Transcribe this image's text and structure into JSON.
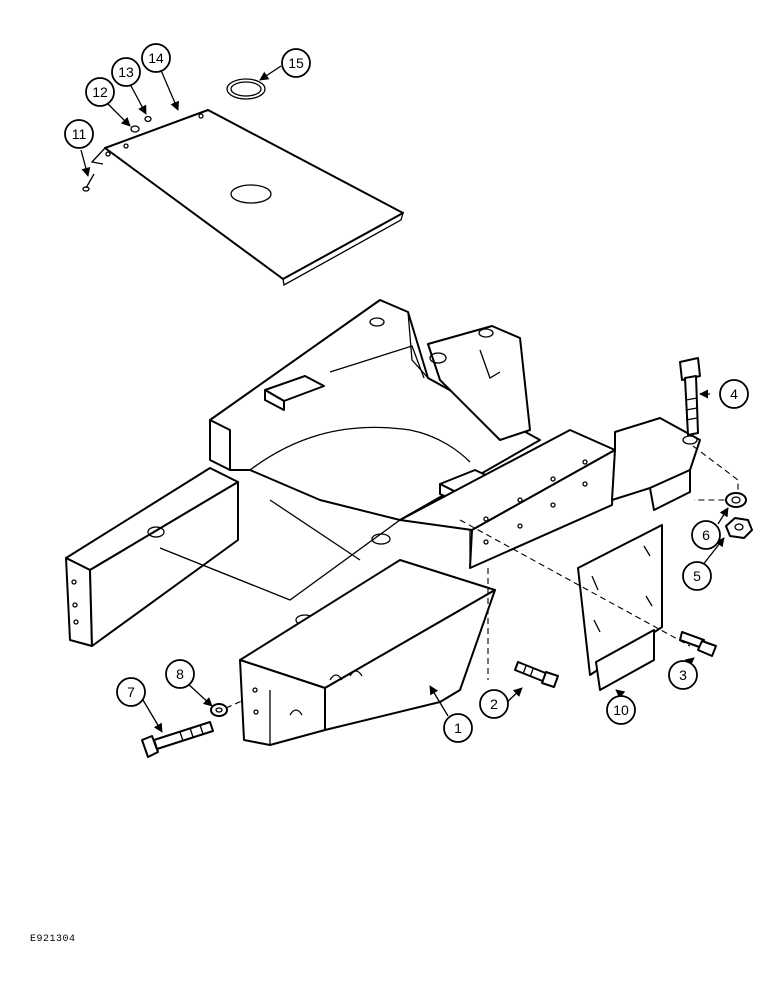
{
  "callouts": [
    {
      "label": "1"
    },
    {
      "label": "2"
    },
    {
      "label": "3"
    },
    {
      "label": "4"
    },
    {
      "label": "5"
    },
    {
      "label": "6"
    },
    {
      "label": "7"
    },
    {
      "label": "8"
    },
    {
      "label": "10"
    },
    {
      "label": "11"
    },
    {
      "label": "12"
    },
    {
      "label": "13"
    },
    {
      "label": "14"
    },
    {
      "label": "15"
    }
  ],
  "drawing_code": "E921304"
}
